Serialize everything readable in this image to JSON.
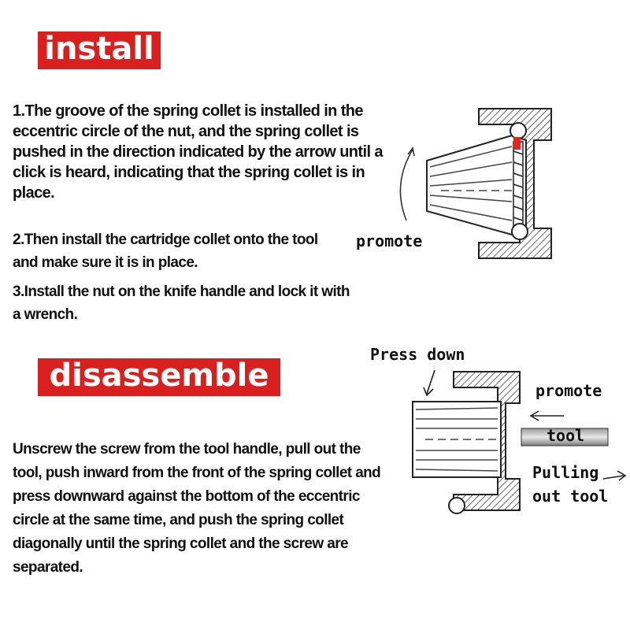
{
  "install": {
    "heading": "install",
    "step1": "1.The groove of the spring collet is installed in the eccentric circle of the nut, and the spring collet is pushed in the direction indicated by the arrow until a click is heard, indicating that the spring collet is in place.",
    "step2": "2.Then install the cartridge collet onto the tool and make sure it is in place.",
    "step3": "3.Install the nut on the knife handle and lock it with a wrench.",
    "diagram": {
      "promote_label": "promote"
    }
  },
  "disassemble": {
    "heading": "disassemble",
    "instructions": "Unscrew the screw from the tool handle, pull out the tool, push inward from the front of the spring collet and press downward against the bottom of the eccentric circle at the same time, and push the spring collet diagonally until the spring collet and the screw are separated.",
    "diagram": {
      "press_down_label": "Press down",
      "promote_label": "promote",
      "tool_label": "tool",
      "pulling_label": "Pulling",
      "out_tool_label": "out tool"
    }
  },
  "colors": {
    "banner_red": "#d9201f",
    "text": "#111111",
    "highlight_red": "#e0281e"
  }
}
